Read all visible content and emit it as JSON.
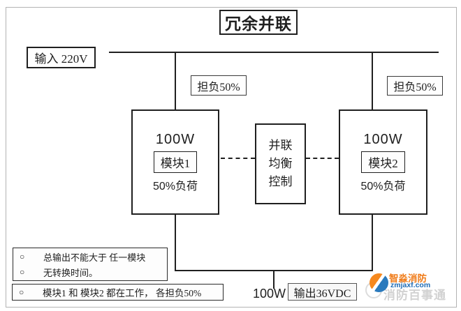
{
  "title": "冗余并联",
  "input_label": "输入 220V",
  "load_labels": {
    "left": "担负50%",
    "right": "担负50%"
  },
  "module1": {
    "power": "100W",
    "name": "模块1",
    "load": "50%负荷"
  },
  "module2": {
    "power": "100W",
    "name": "模块2",
    "load": "50%负荷"
  },
  "control": {
    "line1": "并联",
    "line2": "均衡",
    "line3": "控制"
  },
  "output": {
    "power": "100W",
    "label": "输出36VDC"
  },
  "notes": {
    "bullet": "○",
    "box1": [
      "总输出不能大于 任一模块",
      "无转换时间。"
    ],
    "box2": [
      "模块1 和 模块2 都在工作， 各担负50%"
    ]
  },
  "watermark": {
    "brand": "智淼消防",
    "url": "zmjaxf.com",
    "slogan": "消防百事通",
    "brand_color": "#f07c1a",
    "url_color": "#1e6cb5",
    "slogan_color": "#d2d2d2",
    "logo_orange": "#f6891f",
    "logo_blue": "#2a7abd"
  }
}
